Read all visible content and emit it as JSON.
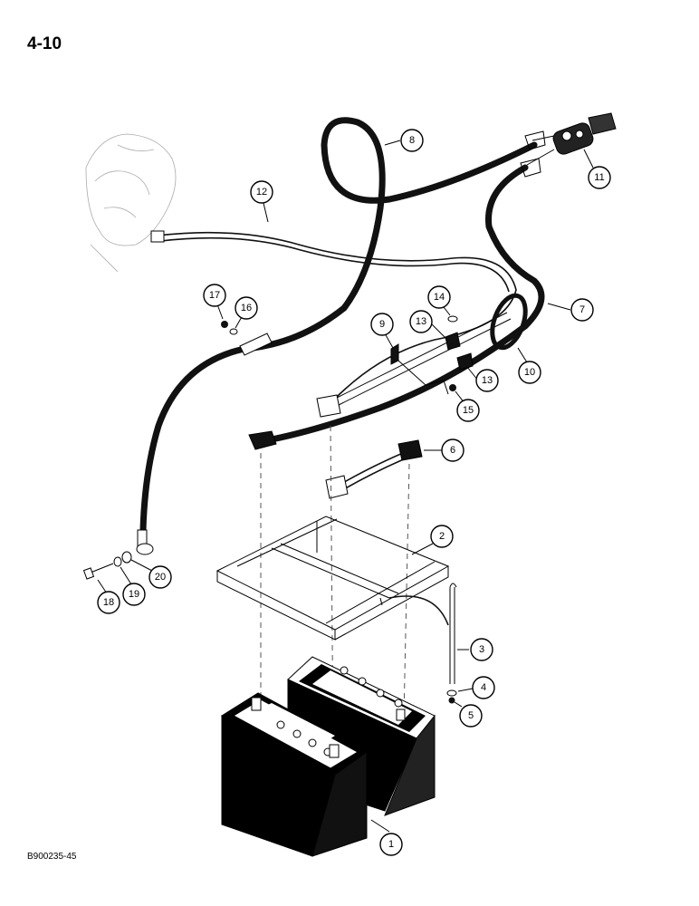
{
  "page_number": "4-10",
  "document_code": "B900235-45",
  "callouts": [
    {
      "id": "1",
      "label": "1"
    },
    {
      "id": "2",
      "label": "2"
    },
    {
      "id": "3",
      "label": "3"
    },
    {
      "id": "4",
      "label": "4"
    },
    {
      "id": "5",
      "label": "5"
    },
    {
      "id": "6",
      "label": "6"
    },
    {
      "id": "7",
      "label": "7"
    },
    {
      "id": "8",
      "label": "8"
    },
    {
      "id": "9",
      "label": "9"
    },
    {
      "id": "10",
      "label": "10"
    },
    {
      "id": "11",
      "label": "11"
    },
    {
      "id": "12",
      "label": "12"
    },
    {
      "id": "13a",
      "label": "13"
    },
    {
      "id": "13b",
      "label": "13"
    },
    {
      "id": "14",
      "label": "14"
    },
    {
      "id": "15",
      "label": "15"
    },
    {
      "id": "16",
      "label": "16"
    },
    {
      "id": "17",
      "label": "17"
    },
    {
      "id": "18",
      "label": "18"
    },
    {
      "id": "19",
      "label": "19"
    },
    {
      "id": "20",
      "label": "20"
    }
  ]
}
